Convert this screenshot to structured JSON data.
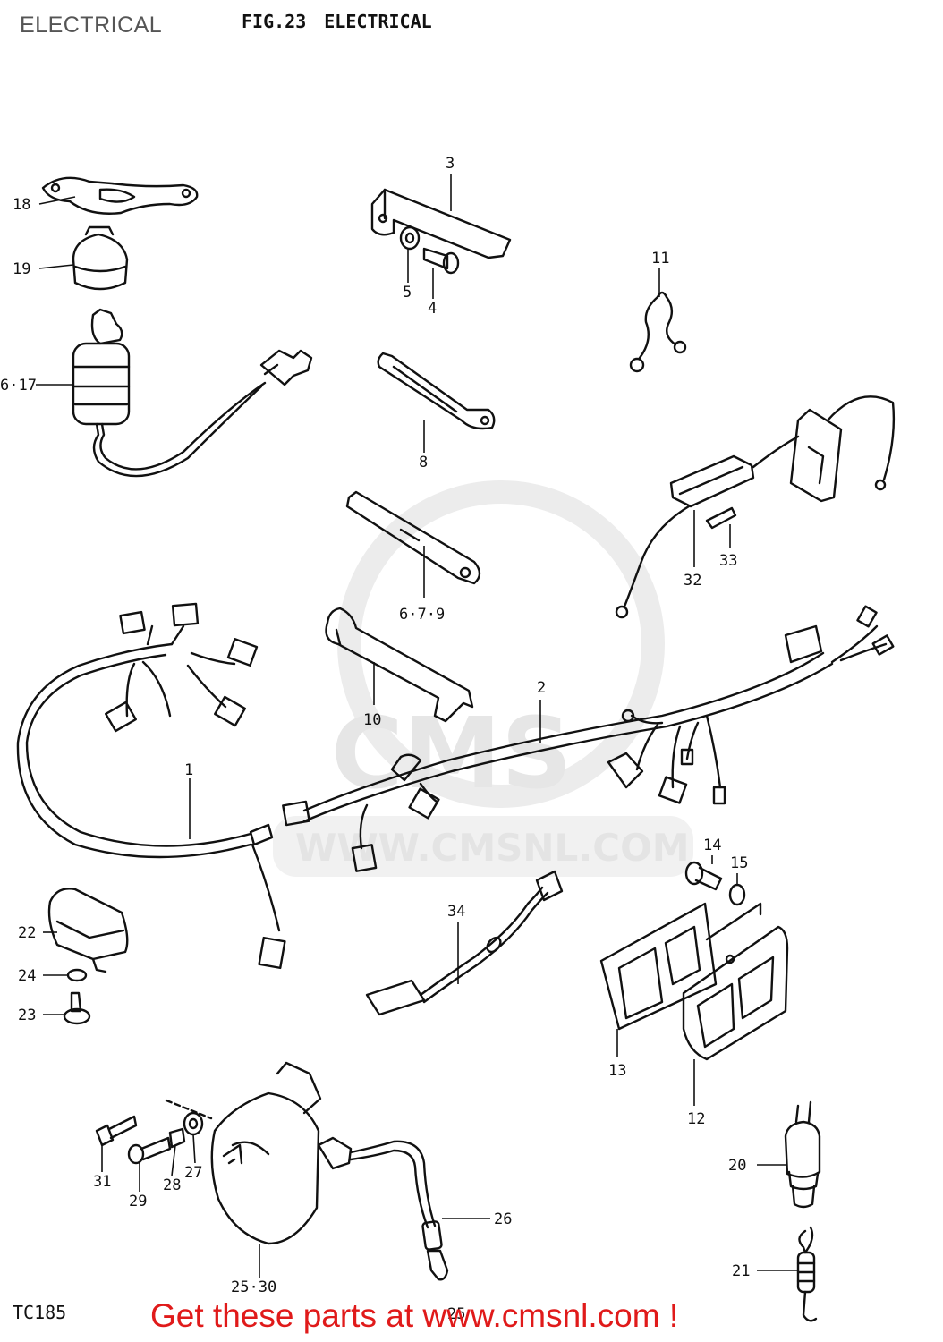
{
  "header": {
    "page_title": "ELECTRICAL",
    "fig_number": "FIG.23",
    "fig_name": "ELECTRICAL"
  },
  "watermark": {
    "brand": "CMS",
    "url": "WWW.CMSNL.COM"
  },
  "callouts": {
    "c1": "1",
    "c2": "2",
    "c3": "3",
    "c4": "4",
    "c5": "5",
    "c679": "6·7·9",
    "c8": "8",
    "c10": "10",
    "c11": "11",
    "c12": "12",
    "c13": "13",
    "c14": "14",
    "c15": "15",
    "c1617": "6·17",
    "c18": "18",
    "c19": "19",
    "c20": "20",
    "c21": "21",
    "c22": "22",
    "c23": "23",
    "c24": "24",
    "c2530": "25·30",
    "c25": "25",
    "c26": "26",
    "c27": "27",
    "c28": "28",
    "c29": "29",
    "c31": "31",
    "c32": "32",
    "c33": "33",
    "c34": "34"
  },
  "footer": {
    "drawing_code": "TC185",
    "cta": "Get these parts at www.cmsnl.com !"
  }
}
